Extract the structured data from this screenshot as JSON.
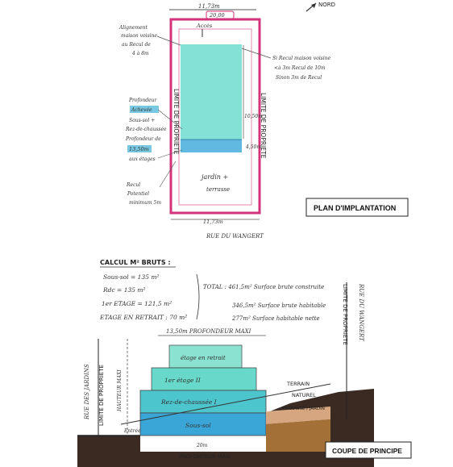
{
  "plan": {
    "width_dim": "11,73m",
    "top_tag": "20,00",
    "north": "NORD",
    "access": "Accès",
    "left_notes": [
      "Alignement",
      "maison voisine",
      "au Recul de",
      "4 à 8m"
    ],
    "right_notes": [
      "Si Recul maison voisine",
      "<à 3m Recul de 10m",
      "Sinon 3m de Recul"
    ],
    "left_label_1": [
      "Profondeur",
      "Achevée"
    ],
    "left_label_2": [
      "Sous-sol +",
      "Rez-de-chaussée"
    ],
    "left_label_3": [
      "Profondeur de",
      "13,50m",
      "aux étages"
    ],
    "left_label_4": [
      "Recul",
      "Potentiel",
      "minimum 5m"
    ],
    "limit_left": "LIMITE DE PROPRIETE",
    "limit_right": "LIMITE DE PROPRIETE",
    "dim_middle": "10,50m",
    "dim_small": "4,50m",
    "garden": [
      "jardin +",
      "terrasse"
    ],
    "bottom_dim": "11,73m",
    "street": "RUE DU WANGERT",
    "title": "PLAN D'IMPLANTATION"
  },
  "calc": {
    "heading": "CALCUL M² BRUTS :",
    "lines": [
      "Sous-sol = 135 m²",
      "Rdc = 135 m²",
      "1er ETAGE = 121,5 m²",
      "ETAGE EN RETRAIT : 70 m²"
    ],
    "totals": [
      "TOTAL : 461,5m²  Surface brute construite",
      "346,5m²  Surface brute habitable",
      "277m²  Surface habitable nette"
    ]
  },
  "section": {
    "depth_dim": "13,50m PROFONDEUR MAXI",
    "floors": [
      "étage en retrait",
      "1er étage  II",
      "Rez-de-chaussée  I",
      "Sous-sol"
    ],
    "left_street": "RUE DES JARDINS",
    "left_limit": "LIMITE DE PROPRIETE",
    "height_note": "HAUTEUR MAXI",
    "entry": "Entrée",
    "right_limit": "LIMITE DE PROPRIETE",
    "right_street": "RUE DU WANGERT",
    "terrain_1": "TERRAIN",
    "terrain_2": "NATUREL",
    "terrain_3": "TERRASSE / JARDIN",
    "base_dim": "20m",
    "base_note": "PROFONDEUR MAXI",
    "title": "COUPE DE PRINCIPE"
  },
  "colors": {
    "property_line": "#d4327a",
    "building_fill": "#5fd6c8",
    "floor_blue": "#3aa6d8",
    "ground": "#3a2a22"
  }
}
